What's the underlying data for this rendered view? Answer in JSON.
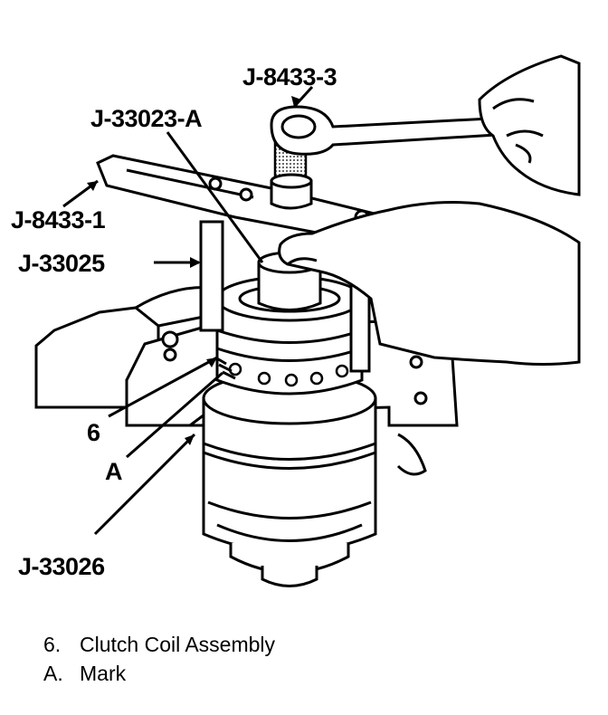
{
  "callouts": {
    "tool_j8433_3": "J-8433-3",
    "tool_j33023a": "J-33023-A",
    "tool_j8433_1": "J-8433-1",
    "tool_j33025": "J-33025",
    "part_6": "6",
    "mark_a": "A",
    "tool_j33026": "J-33026"
  },
  "legend": [
    {
      "key": "6.",
      "text": "Clutch Coil Assembly"
    },
    {
      "key": "A.",
      "text": "Mark"
    }
  ],
  "colors": {
    "ink": "#000000",
    "paper": "#ffffff"
  }
}
